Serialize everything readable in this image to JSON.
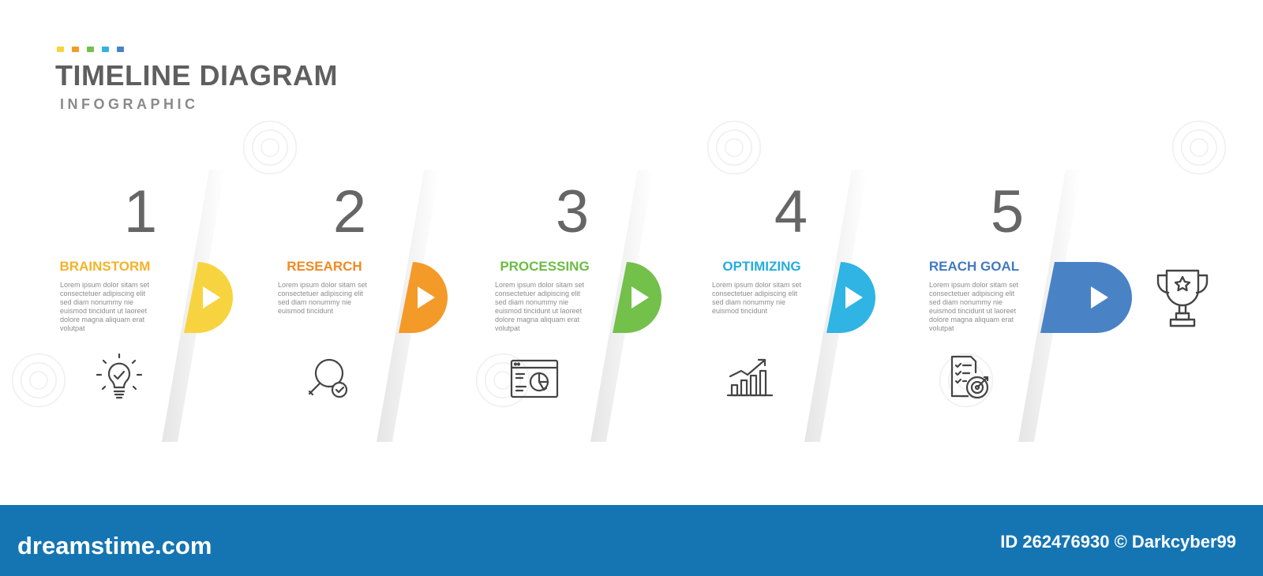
{
  "header": {
    "title": "TIMELINE DIAGRAM",
    "subtitle": "INFOGRAPHIC",
    "dot_colors": [
      "#f7d43f",
      "#f49a28",
      "#73c04b",
      "#2fb4e3",
      "#4a82c6"
    ]
  },
  "steps": [
    {
      "number": "1",
      "label": "BRAINSTORM",
      "color": "#f7d43f",
      "label_color": "#f3b329",
      "icon": "lightbulb-check-icon",
      "text": "Lorem ipsum dolor sitam set consectetuer adipiscing elit sed diam nonummy nie euismod tincidunt ut laoreet dolore magna aliquam erat volutpat"
    },
    {
      "number": "2",
      "label": "RESEARCH",
      "color": "#f49a28",
      "label_color": "#f08a22",
      "icon": "magnifier-check-icon",
      "text": "Lorem ipsum dolor sitam set consectetuer adipiscing elit sed diam nonummy nie euismod tincidunt"
    },
    {
      "number": "3",
      "label": "PROCESSING",
      "color": "#73c04b",
      "label_color": "#6cbc45",
      "icon": "browser-chart-icon",
      "text": "Lorem ipsum dolor sitam set consectetuer adipiscing elit sed diam nonummy nie euismod tincidunt ut laoreet dolore magna aliquam erat volutpat"
    },
    {
      "number": "4",
      "label": "OPTIMIZING",
      "color": "#2fb4e3",
      "label_color": "#25ace0",
      "icon": "growth-chart-icon",
      "text": "Lorem ipsum dolor sitam set consectetuer adipiscing elit sed diam nonummy nie euismod tincidunt"
    },
    {
      "number": "5",
      "label": "REACH GOAL",
      "color": "#4a82c6",
      "label_color": "#4479bf",
      "icon": "checklist-target-icon",
      "text": "Lorem ipsum dolor sitam set consectetuer adipiscing elit sed diam nonummy nie euismod tincidunt ut laoreet dolore magna aliquam erat volutpat"
    }
  ],
  "end_icon": "trophy-icon",
  "footer": {
    "logo": "dreamstime.com",
    "image_id": "ID 262476930 © Darkcyber99"
  }
}
